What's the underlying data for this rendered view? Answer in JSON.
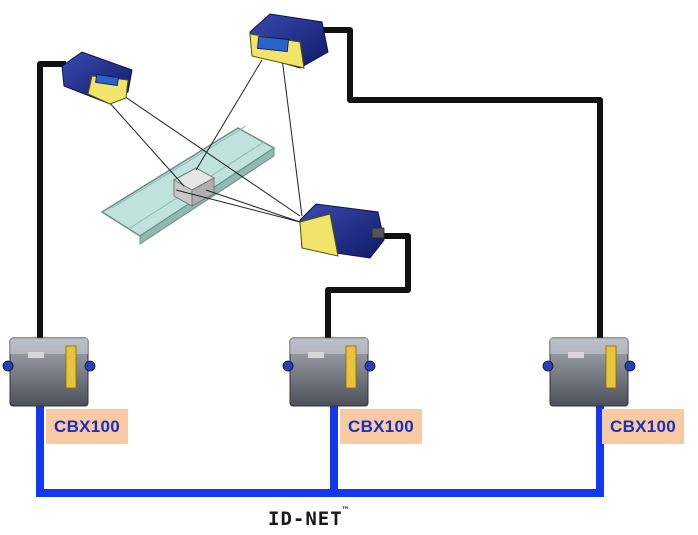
{
  "diagram": {
    "network_label": "ID-NET",
    "network_mark": "™",
    "cbx_units": [
      {
        "label": "CBX100"
      },
      {
        "label": "CBX100"
      },
      {
        "label": "CBX100"
      }
    ],
    "colors": {
      "network_cable": "#1437f0",
      "device_cable": "#111111",
      "scanner_body": "#1d2a8a",
      "scanner_front": "#f0e46a",
      "conveyor": "#bfe3dc",
      "label_bg": "#f7c9a5",
      "label_text": "#1d2fb8"
    }
  }
}
